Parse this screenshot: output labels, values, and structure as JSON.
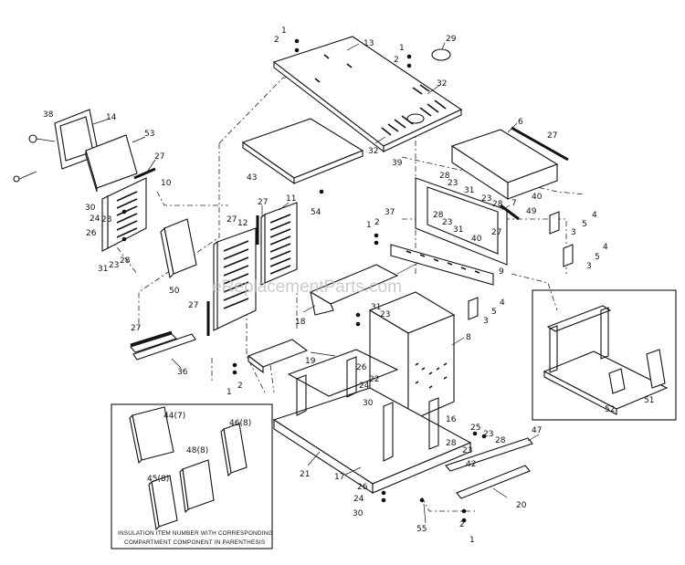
{
  "watermark": "eReplacementParts.com",
  "note_lines": [
    "INSULATION ITEM NUMBER WITH CORRESPONDING",
    "COMPARTMENT COMPONENT IN PARENTHESIS"
  ],
  "callouts": [
    "1",
    "2",
    "13",
    "1",
    "2",
    "29",
    "32",
    "38",
    "14",
    "53",
    "27",
    "43",
    "32",
    "6",
    "27",
    "27",
    "10",
    "30",
    "24",
    "23",
    "26",
    "31",
    "23",
    "28",
    "39",
    "28",
    "23",
    "31",
    "23",
    "28",
    "40",
    "49",
    "27",
    "12",
    "11",
    "37",
    "28",
    "23",
    "31",
    "27",
    "7",
    "40",
    "1",
    "2",
    "50",
    "9",
    "4",
    "5",
    "3",
    "4",
    "5",
    "3",
    "4",
    "5",
    "3",
    "27",
    "18",
    "31",
    "23",
    "8",
    "27",
    "36",
    "19",
    "1",
    "2",
    "26",
    "24",
    "30",
    "16",
    "25",
    "23",
    "28",
    "47",
    "44(7)",
    "46(8)",
    "48(8)",
    "45(8)",
    "21",
    "17",
    "28",
    "23",
    "42",
    "26",
    "24",
    "30",
    "55",
    "20",
    "2",
    "1",
    "52",
    "51",
    "54",
    "22"
  ]
}
